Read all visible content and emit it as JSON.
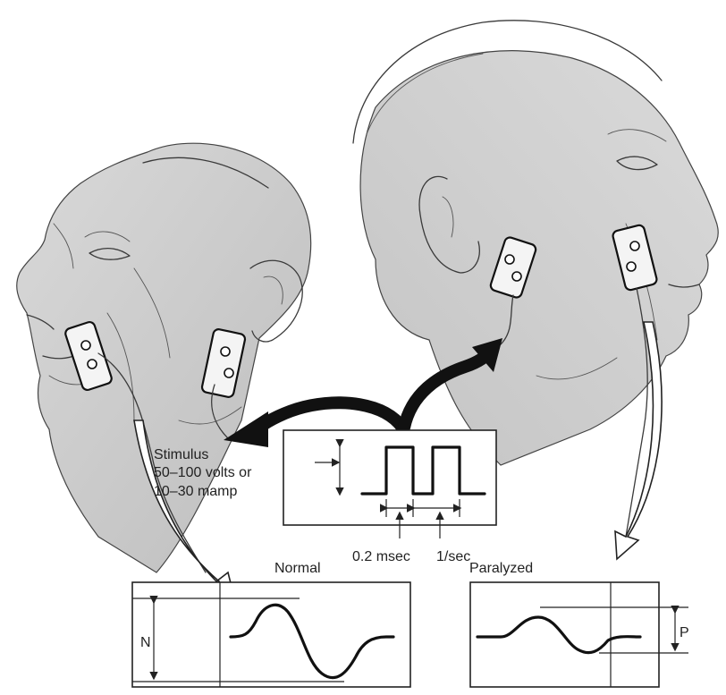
{
  "stimulus": {
    "title": "Stimulus",
    "line1": "50–100 volts or",
    "line2": "10–30 mamp"
  },
  "pulse": {
    "duration_label": "0.2 msec",
    "rate_label": "1/sec"
  },
  "normal": {
    "title": "Normal",
    "amplitude_label": "N"
  },
  "paralyzed": {
    "title": "Paralyzed",
    "amplitude_label": "P"
  }
}
